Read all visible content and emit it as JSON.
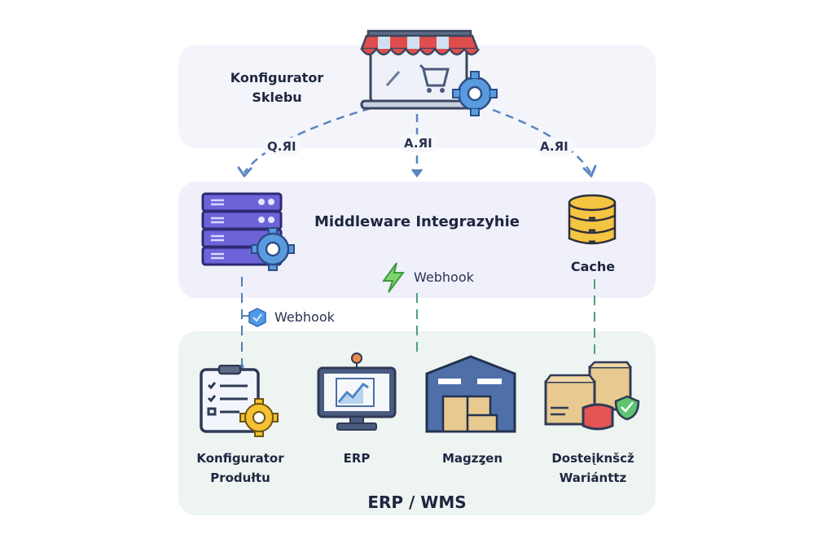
{
  "diagram": {
    "layers": {
      "shop": {
        "title_line1": "Konfigurator",
        "title_line2": "Sklebu"
      },
      "middleware": {
        "title": "Middleware Integrazyhie",
        "cache_label": "Cache",
        "webhook_center": "Webhook"
      },
      "backend": {
        "title": "ERP / WMS"
      }
    },
    "connectors": {
      "api_left": "Q.ЯI",
      "api_center": "A.ЯI",
      "api_right": "A.ЯI",
      "webhook_left": "Webhook"
    },
    "backend_items": [
      {
        "line1": "Konfigurator",
        "line2": "Produłtu"
      },
      {
        "line1": "ERP",
        "line2": ""
      },
      {
        "line1": "Magzȥen",
        "line2": ""
      },
      {
        "line1": "Dosteįknšcž",
        "line2": "Wariánttz"
      }
    ],
    "colors": {
      "api_arrow": "#5b86c0",
      "webhook_line": "#4f7fb0",
      "green_line": "#4fa07a",
      "server": "#6c63d9",
      "cache": "#f4c443",
      "warehouse": "#4e6fa8"
    }
  }
}
